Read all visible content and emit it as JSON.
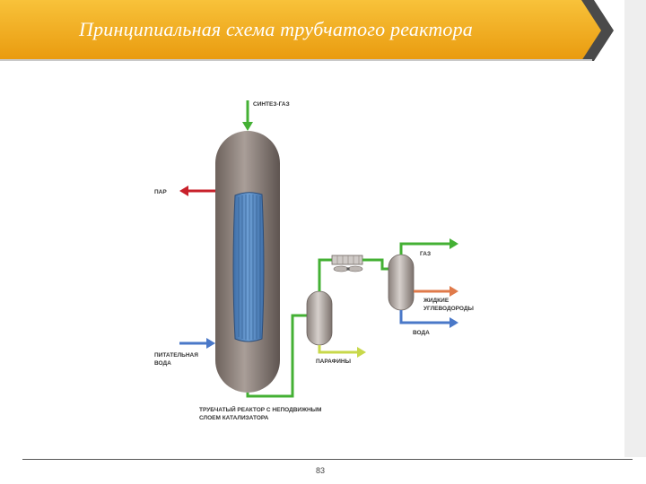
{
  "slide": {
    "title": "Принципиальная схема трубчатого реактора",
    "page_number": "83"
  },
  "diagram": {
    "labels": {
      "syngas": "СИНТЕЗ-ГАЗ",
      "steam": "ПАР",
      "feed_water_line1": "ПИТАТЕЛЬНАЯ",
      "feed_water_line2": "ВОДА",
      "gas": "ГАЗ",
      "liquid_hc_line1": "ЖИДКИЕ",
      "liquid_hc_line2": "УГЛЕВОДОРОДЫ",
      "water": "ВОДА",
      "paraffins": "ПАРАФИНЫ",
      "reactor_caption_line1": "ТРУБЧАТЫЙ РЕАКТОР С НЕПОДВИЖНЫМ",
      "reactor_caption_line2": "СЛОЕМ КАТАЛИЗАТОРА"
    },
    "colors": {
      "syngas_line": "#44b034",
      "steam_line": "#c8202a",
      "feed_water_line": "#4a78c8",
      "gas_line": "#44b034",
      "liquid_hc_line": "#e07a4a",
      "water_line": "#4a78c8",
      "paraffins_line": "#c8d84a",
      "vessel": "#8a7f79",
      "tubes": "#5b8fc9"
    }
  }
}
